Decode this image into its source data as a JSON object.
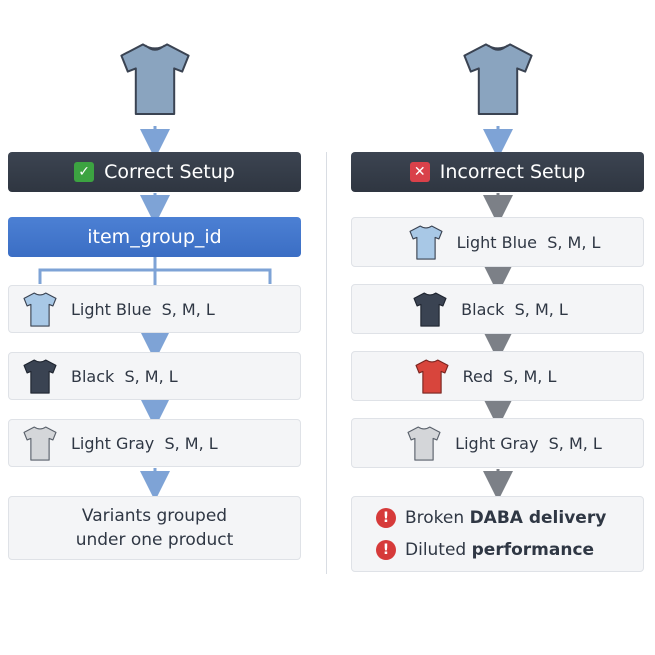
{
  "left": {
    "header": {
      "status_symbol": "✓",
      "title": "Correct Setup"
    },
    "group_label": "item_group_id",
    "variants": [
      {
        "label": "Light Blue  S, M, L",
        "shirt_color": "#a8c8e6"
      },
      {
        "label": "Black  S, M, L",
        "shirt_color": "#3a4352"
      },
      {
        "label": "Light Gray  S, M, L",
        "shirt_color": "#d4d6d9"
      }
    ],
    "summary_lines": [
      "Variants grouped",
      "under one product"
    ],
    "hero_shirt_color": "#8aa4bf"
  },
  "right": {
    "header": {
      "status_symbol": "✕",
      "title": "Incorrect Setup"
    },
    "variants": [
      {
        "label": "Light Blue  S, M, L",
        "shirt_color": "#a8c8e6"
      },
      {
        "label": "Black  S, M, L",
        "shirt_color": "#3a4352"
      },
      {
        "label": "Red  S, M, L",
        "shirt_color": "#d8453c"
      },
      {
        "label": "Light Gray  S, M, L",
        "shirt_color": "#d4d6d9"
      }
    ],
    "issues": [
      {
        "symbol": "!",
        "normal": "Broken ",
        "bold": "DABA delivery"
      },
      {
        "symbol": "!",
        "normal": "Diluted ",
        "bold": "performance"
      }
    ],
    "hero_shirt_color": "#8aa4bf"
  },
  "colors": {
    "connector_left": "#7ea3d6",
    "connector_right": "#7c8087",
    "header_bg": "#353c47",
    "group_bg": "#4279cc",
    "ok_green": "#3ca341",
    "error_red": "#d63a3a"
  }
}
